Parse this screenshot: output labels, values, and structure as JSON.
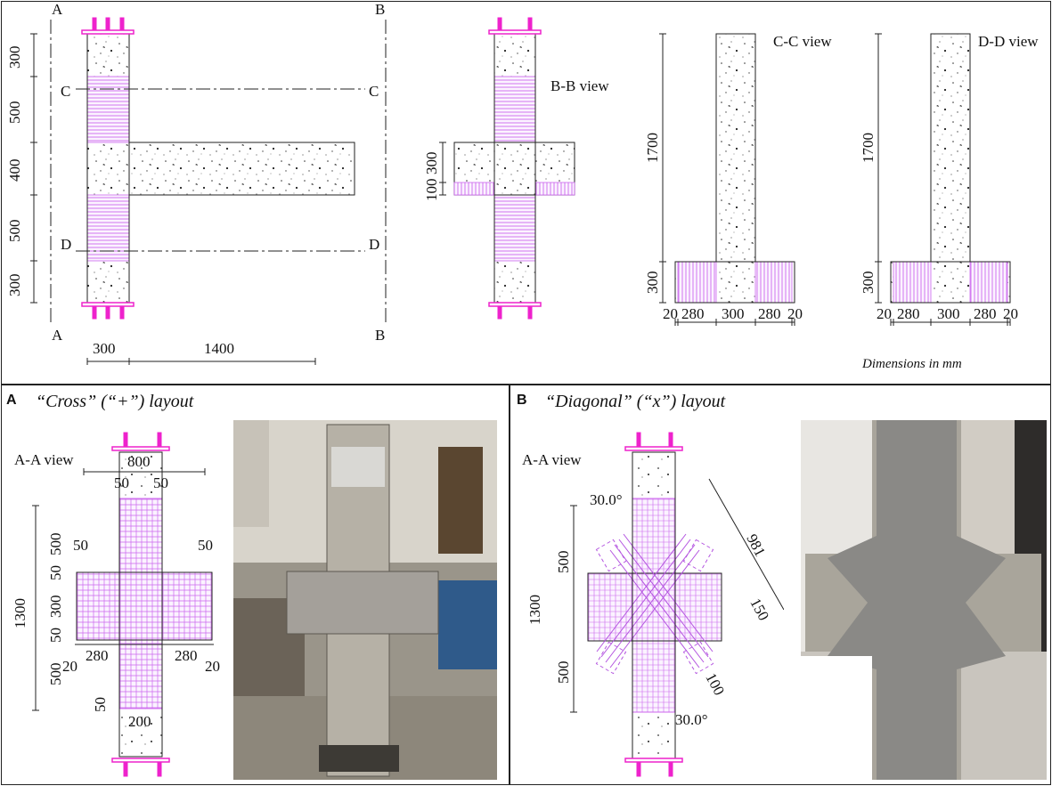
{
  "top": {
    "section_labels": {
      "a": "A",
      "b": "B",
      "c": "C",
      "d": "D"
    },
    "left_dims": [
      "300",
      "500",
      "400",
      "500",
      "300"
    ],
    "bottom_dims": [
      "300",
      "1400"
    ],
    "bb_view": "B-B view",
    "bb_dims": [
      "300",
      "100"
    ],
    "cc_view": "C-C view",
    "dd_view": "D-D view",
    "height_dims": [
      "1700",
      "300"
    ],
    "base_dims": [
      "20",
      "280",
      "300",
      "280",
      "20"
    ],
    "note": "Dimensions in mm"
  },
  "panel_a": {
    "tag": "A",
    "title": "“Cross” (“+”) layout",
    "view": "A-A view",
    "width_dims": [
      "800",
      "50",
      "50"
    ],
    "side_dims": [
      "50",
      "50"
    ],
    "left_dims": [
      "1300",
      "500",
      "50",
      "300",
      "50",
      "500"
    ],
    "bottom_dims": [
      "20",
      "280",
      "280",
      "20"
    ],
    "foot_dims": [
      "50",
      "200"
    ],
    "photo": "cross-layout-specimen-photo"
  },
  "panel_b": {
    "tag": "B",
    "title": "“Diagonal” (“x”) layout",
    "view": "A-A view",
    "angles": [
      "30.0°",
      "30.0°"
    ],
    "left_dims": [
      "500",
      "1300",
      "500"
    ],
    "diag_dims": [
      "981",
      "150",
      "100"
    ],
    "photo": "diagonal-layout-specimen-photo"
  },
  "colors": {
    "cfrp": "#cc66ee",
    "anchor": "#ee22cc",
    "line": "#222222"
  }
}
